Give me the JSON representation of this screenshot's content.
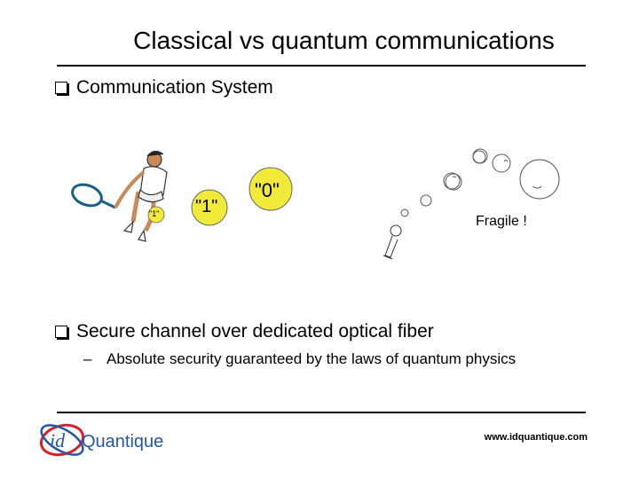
{
  "slide": {
    "title": "Classical vs quantum communications",
    "bullet1": "Communication System",
    "bullet2": "Secure channel over dedicated optical fiber",
    "sub_bullet_dash": "–",
    "sub_bullet": "Absolute security guaranteed by the laws of quantum physics",
    "fragile_label": "Fragile !",
    "ball_labels": {
      "small": "\"1\"",
      "medium": "\"1\"",
      "large": "\"0\""
    },
    "footer_url": "www.idquantique.com",
    "logo": {
      "part1": "id",
      "part2": "Quantique"
    }
  },
  "colors": {
    "ball": "#f2ea3a",
    "logo_red": "#d8222a",
    "logo_blue": "#2456a6"
  }
}
